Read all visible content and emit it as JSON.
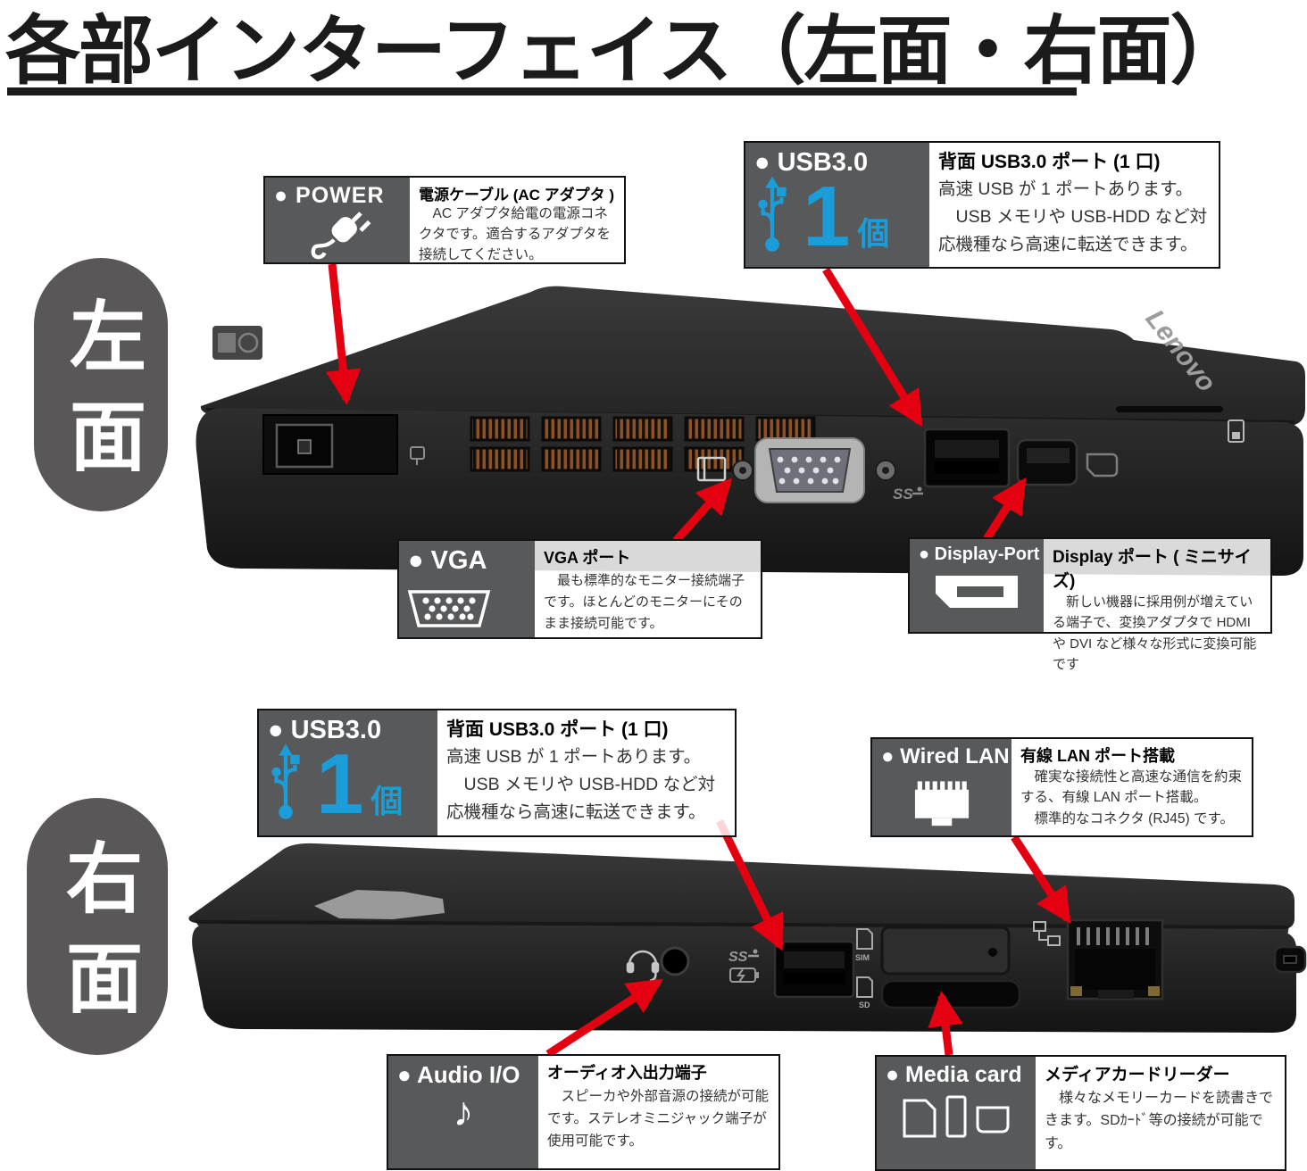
{
  "title": "各部インターフェイス（左面・右面）",
  "colors": {
    "accent_blue": "#1b9dd9",
    "badge_gray": "#58595b",
    "pill_gray": "#595757",
    "arrow_red": "#e50011"
  },
  "sections": {
    "left": {
      "label": "左面",
      "power": {
        "badge": "● POWER",
        "title": "電源ケーブル (AC アダプタ )",
        "body": "　AC アダプタ給電の電源コネクタです。適合するアダプタを接続してください。"
      },
      "usb": {
        "badge": "● USB3.0",
        "count": "1",
        "unit": "個",
        "title": "背面 USB3.0 ポート (1 口)",
        "body": "高速 USB が 1 ポートあります。\n　USB メモリや USB-HDD など対応機種なら高速に転送できます。"
      },
      "vga": {
        "badge": "● VGA",
        "title": "VGA ポート",
        "body": "　最も標準的なモニター接続端子です。ほとんどのモニターにそのまま接続可能です。"
      },
      "displayport": {
        "badge": "● Display-Port",
        "title": "Display ポート ( ミニサイズ)",
        "body": "　新しい機器に採用例が増えている端子で、変換アダプタで HDMI や DVI など様々な形式に変換可能です"
      }
    },
    "right": {
      "label": "右面",
      "usb": {
        "badge": "● USB3.0",
        "count": "1",
        "unit": "個",
        "title": "背面 USB3.0 ポート (1 口)",
        "body": "高速 USB が 1 ポートあります。\n　USB メモリや USB-HDD など対応機種なら高速に転送できます。"
      },
      "wired_lan": {
        "badge": "● Wired LAN",
        "title": "有線 LAN ポート搭載",
        "body": "　確実な接続性と高速な通信を約束する、有線 LAN ポート搭載。\n　標準的なコネクタ (RJ45) です。"
      },
      "audio": {
        "badge": "● Audio I/O",
        "note_glyph": "♪",
        "title": "オーディオ入出力端子",
        "body": "　スピーカや外部音源の接続が可能です。ステレオミニジャック端子が使用可能です。"
      },
      "media": {
        "badge": "● Media card",
        "title": "メディアカードリーダー",
        "body": "　様々なメモリーカードを読書きできます。SDｶｰﾄﾞ等の接続が可能です。"
      }
    }
  },
  "laptop": {
    "lenovo_logo": "Lenovo",
    "ss_label": "SS",
    "sim_label": "SIM",
    "sd_label": "SD"
  }
}
